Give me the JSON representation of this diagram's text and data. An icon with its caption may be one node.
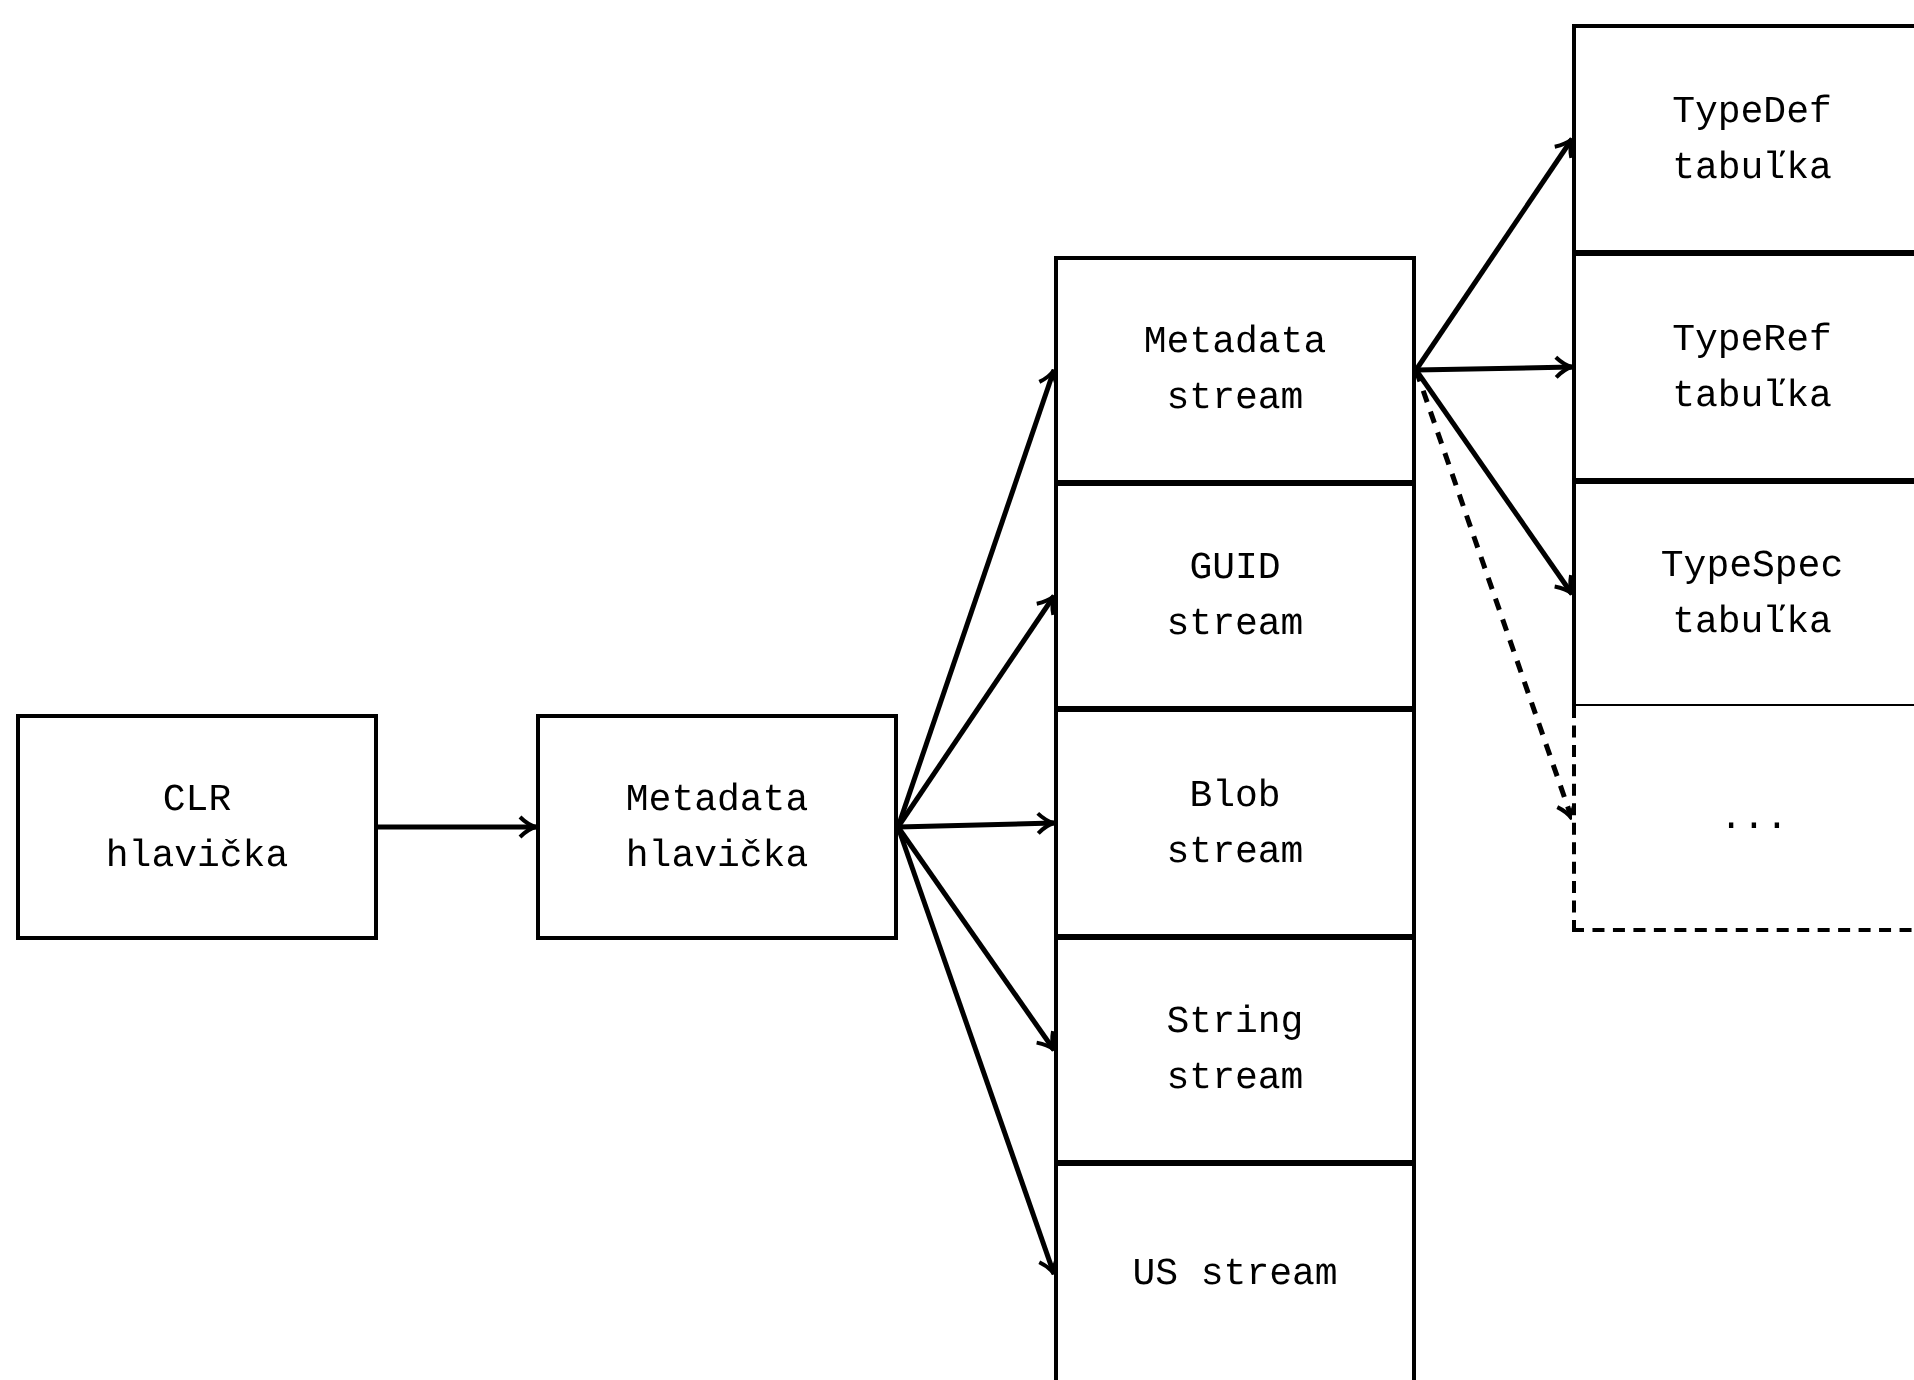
{
  "diagram": {
    "nodes": [
      {
        "text": [
          "CLR hlavička"
        ]
      },
      {
        "text": [
          "Metadata hlavička"
        ]
      },
      {
        "text": [
          "Metadata stream"
        ]
      },
      {
        "text": [
          "GUID stream"
        ]
      },
      {
        "text": [
          "Blob stream"
        ]
      },
      {
        "text": [
          "String stream"
        ]
      },
      {
        "text": [
          "US stream"
        ]
      },
      {
        "text": [
          "TypeDef tabuľka"
        ]
      },
      {
        "text": [
          "TypeRef tabuľka"
        ]
      },
      {
        "text": [
          "TypeSpec tabuľka"
        ]
      },
      {
        "text": [
          "..."
        ]
      }
    ],
    "edges": [
      {
        "from": 0,
        "to": 1,
        "arrow": "to"
      },
      {
        "from": 1,
        "to": 2,
        "arrow": "to"
      },
      {
        "from": 1,
        "to": 3,
        "arrow": "to"
      },
      {
        "from": 1,
        "to": 4,
        "arrow": "to"
      },
      {
        "from": 1,
        "to": 5,
        "arrow": "to"
      },
      {
        "from": 1,
        "to": 6,
        "arrow": "to"
      },
      {
        "from": 2,
        "to": 7,
        "arrow": "to"
      },
      {
        "from": 2,
        "to": 8,
        "arrow": "to"
      },
      {
        "from": 2,
        "to": 9,
        "arrow": "to"
      },
      {
        "from": 2,
        "to": 10,
        "arrow": "to",
        "style": "dashed"
      }
    ]
  }
}
